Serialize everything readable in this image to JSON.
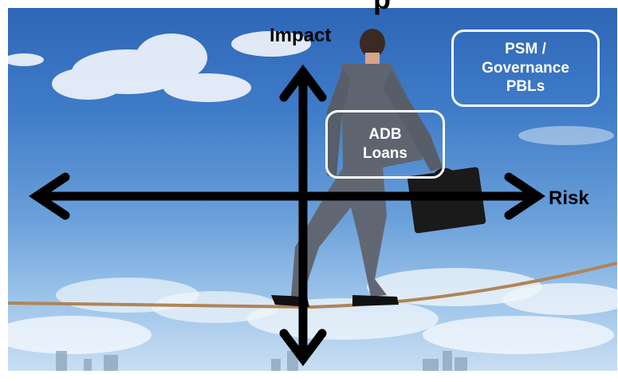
{
  "slide": {
    "title_fragment": "p",
    "axis_vertical_label": "Impact",
    "axis_horizontal_label": "Risk"
  },
  "boxes": {
    "adb": {
      "line1": "ADB",
      "line2": "Loans"
    },
    "psm": {
      "line1": "PSM /",
      "line2": "Governance",
      "line3": "PBLs"
    }
  },
  "colors": {
    "sky_top": "#2e66b6",
    "sky_bottom": "#c9def2",
    "axis": "#000000",
    "box_border": "#ffffff"
  }
}
